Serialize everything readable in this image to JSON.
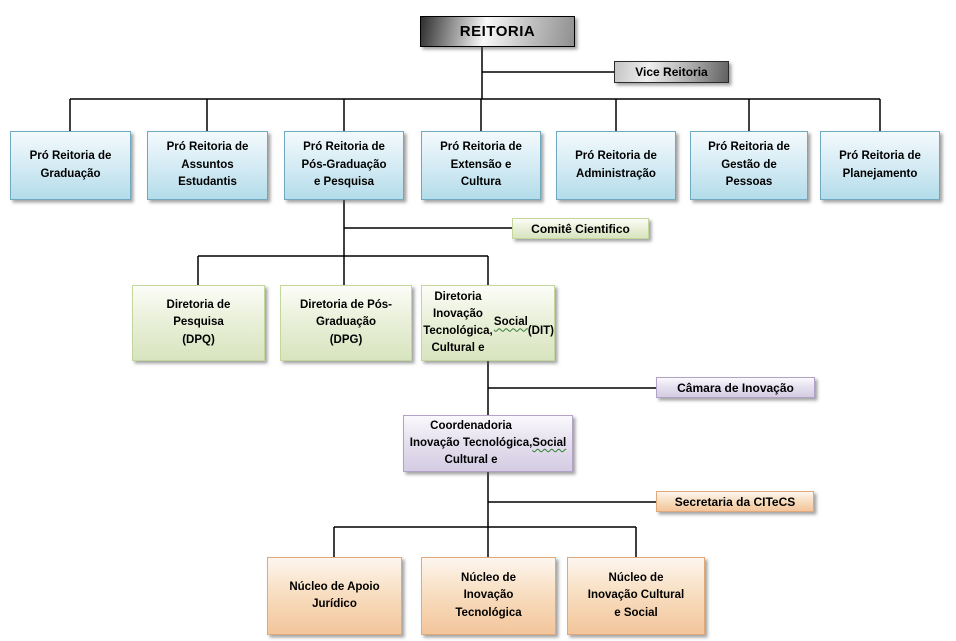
{
  "colors": {
    "blue_border": "#6fa8bf",
    "blue_fill_bottom": "#b4dcea",
    "green_border": "#c3d69b",
    "green_fill_bottom": "#d8e4bf",
    "purple_border": "#b2a2c7",
    "purple_fill_bottom": "#d4cce3",
    "orange_border": "#e0a97c",
    "orange_fill_bottom": "#f3c59b",
    "connector": "#000000"
  },
  "nodes": {
    "reitoria": "REITORIA",
    "vice_reitoria": "Vice Reitoria",
    "pro_reitorias": [
      "Pró Reitoria de\nGraduação",
      "Pró Reitoria de\nAssuntos\nEstudantis",
      "Pró Reitoria de\nPós-Graduação\ne Pesquisa",
      "Pró Reitoria de\nExtensão e\nCultura",
      "Pró Reitoria de\nAdministração",
      "Pró Reitoria de\nGestão de\nPessoas",
      "Pró Reitoria de\nPlanejamento"
    ],
    "comite": "Comitê Cientifico",
    "diretorias": [
      "Diretoria de\nPesquisa\n(DPQ)",
      "Diretoria de Pós-\nGraduação\n(DPG)",
      "Diretoria Inovação\nTecnológica,\nCultural e Social\n(DIT)"
    ],
    "camara": "Câmara de Inovação",
    "coordenadoria": "Coordenadoria\nInovação Tecnológica,\nCultural e Social",
    "secretaria": "Secretaria da CITeCS",
    "nucleos": [
      "Núcleo de Apoio\nJurídico",
      "Núcleo de\nInovação\nTecnológica",
      "Núcleo de\nInovação Cultural\ne Social"
    ]
  }
}
